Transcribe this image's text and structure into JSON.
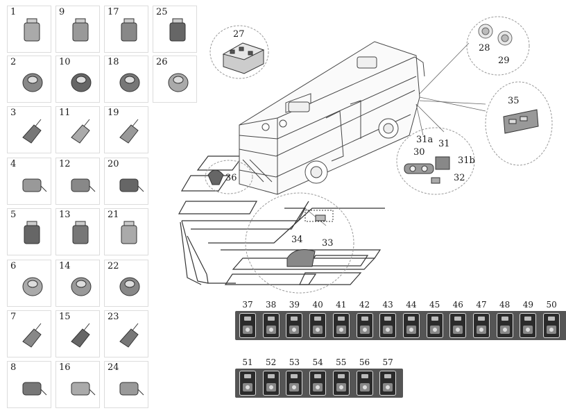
{
  "parts_grid": [
    {
      "id": "1"
    },
    {
      "id": "2"
    },
    {
      "id": "3"
    },
    {
      "id": "4"
    },
    {
      "id": "5"
    },
    {
      "id": "6"
    },
    {
      "id": "7"
    },
    {
      "id": "8"
    },
    {
      "id": "9"
    },
    {
      "id": "10"
    },
    {
      "id": "11"
    },
    {
      "id": "12"
    },
    {
      "id": "13"
    },
    {
      "id": "14"
    },
    {
      "id": "15"
    },
    {
      "id": "16"
    },
    {
      "id": "17"
    },
    {
      "id": "18"
    },
    {
      "id": "19"
    },
    {
      "id": "20"
    },
    {
      "id": "21"
    },
    {
      "id": "22"
    },
    {
      "id": "23"
    },
    {
      "id": "24"
    },
    {
      "id": "25"
    },
    {
      "id": "26"
    }
  ],
  "callouts": {
    "c27": "27",
    "c28": "28",
    "c29": "29",
    "c35": "35",
    "c31a": "31a",
    "c30": "30",
    "c31": "31",
    "c31b": "31b",
    "c32": "32",
    "c36": "36",
    "c34": "34",
    "c33": "33"
  },
  "switch_row1": [
    "37",
    "38",
    "39",
    "40",
    "41",
    "42",
    "43",
    "44",
    "45",
    "46",
    "47",
    "48",
    "49",
    "50"
  ],
  "switch_row2": [
    "51",
    "52",
    "53",
    "54",
    "55",
    "56",
    "57"
  ]
}
